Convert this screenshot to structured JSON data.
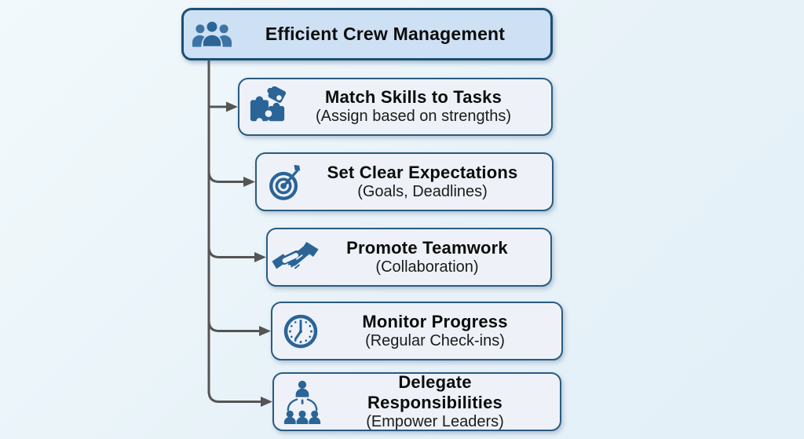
{
  "diagram": {
    "type": "tree-flowchart",
    "root": {
      "title": "Efficient Crew Management",
      "icon": "users-icon"
    },
    "nodes": [
      {
        "title": "Match Skills to Tasks",
        "subtitle": "(Assign based on strengths)",
        "icon": "puzzle-icon"
      },
      {
        "title": "Set Clear Expectations",
        "subtitle": "(Goals, Deadlines)",
        "icon": "target-icon"
      },
      {
        "title": "Promote Teamwork",
        "subtitle": "(Collaboration)",
        "icon": "handshake-icon"
      },
      {
        "title": "Monitor Progress",
        "subtitle": "(Regular Check-ins)",
        "icon": "clock-icon"
      },
      {
        "title": "Delegate Responsibilities",
        "subtitle": "(Empower Leaders)",
        "icon": "org-chart-icon"
      }
    ],
    "palette": {
      "background": "#e7f2f8",
      "root_fill": "#cde0f4",
      "node_fill": "#eef2f8",
      "node_border": "#2a5b80",
      "root_border": "#1c4e74",
      "icon_blue": "#2b6497",
      "icon_blue_light": "#3d74a5",
      "connector_gray": "#555555",
      "title_text": "#0c0c0c",
      "subtitle_text": "#1b1b1b"
    }
  }
}
